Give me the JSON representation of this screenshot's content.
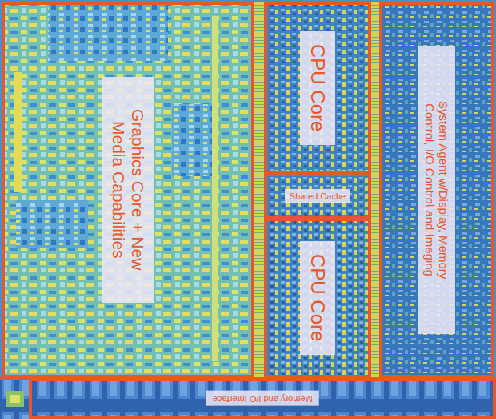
{
  "diagram": {
    "nodes": [
      {
        "text": [
          "Graphics Core + New Media Capabilities"
        ]
      },
      {
        "text": [
          "CPU Core"
        ]
      },
      {
        "text": [
          "Shared Cache"
        ]
      },
      {
        "text": [
          "CPU Core"
        ]
      },
      {
        "text": [
          "System Agent w/Display, Memory Control, I/O Control and Imaging"
        ]
      },
      {
        "text": [
          "Memory and I/O Interface"
        ]
      }
    ]
  }
}
